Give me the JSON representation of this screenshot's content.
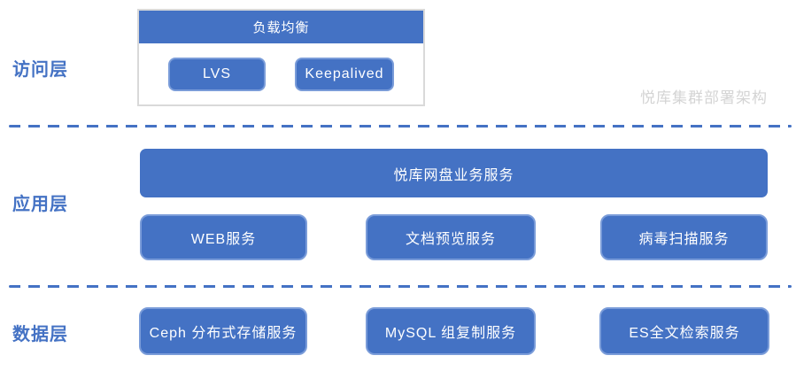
{
  "watermark": "悦库集群部署架构",
  "colors": {
    "primary_blue": "#4472C4",
    "node_border": "#7a9cd9",
    "group_border": "#d9d9d9",
    "watermark_gray": "#d4d4d4",
    "label_blue": "#4472C4"
  },
  "layers": {
    "access": {
      "label": "访问层",
      "group": {
        "title": "负载均衡",
        "nodes": [
          {
            "label": "LVS"
          },
          {
            "label": "Keepalived"
          }
        ]
      }
    },
    "app": {
      "label": "应用层",
      "main_service": "悦库网盘业务服务",
      "nodes": [
        {
          "label": "WEB服务"
        },
        {
          "label": "文档预览服务"
        },
        {
          "label": "病毒扫描服务"
        }
      ]
    },
    "data": {
      "label": "数据层",
      "nodes": [
        {
          "label": "Ceph 分布式存储服务"
        },
        {
          "label": "MySQL 组复制服务"
        },
        {
          "label": "ES全文检索服务"
        }
      ]
    }
  }
}
